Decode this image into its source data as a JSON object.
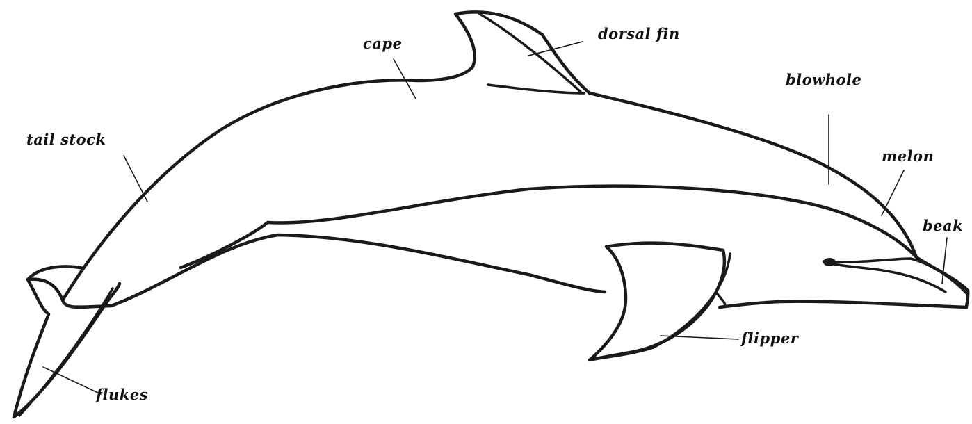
{
  "diagram": {
    "labels": {
      "cape": "cape",
      "dorsal_fin": "dorsal fin",
      "blowhole": "blowhole",
      "tail_stock": "tail stock",
      "melon": "melon",
      "beak": "beak",
      "flipper": "flipper",
      "flukes": "flukes"
    },
    "colors": {
      "line": "#1a1a1a",
      "background": "#ffffff"
    }
  }
}
